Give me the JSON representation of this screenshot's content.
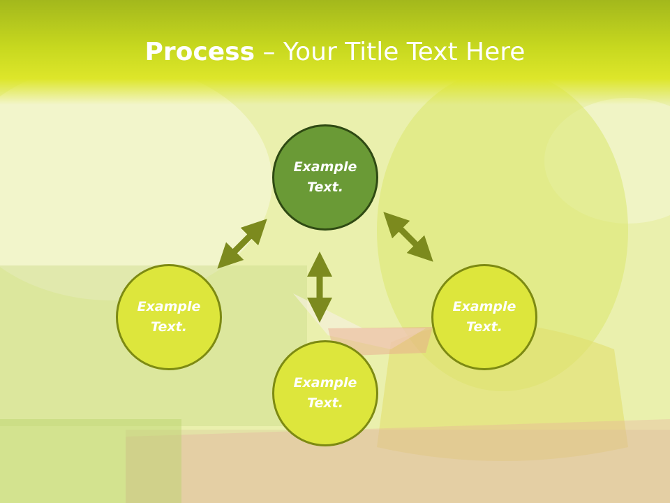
{
  "title": {
    "bold": "Process",
    "rest": " – Your Title Text Here"
  },
  "nodes": {
    "top": "Example Text.",
    "left": "Example Text.",
    "right": "Example Text.",
    "bottom": "Example Text."
  },
  "colors": {
    "title_band": "#c7d81f",
    "node_fill": "#dde63c",
    "node_border": "#7d8a12",
    "center_fill": "#6a9a36",
    "arrow": "#7c8a1e"
  }
}
